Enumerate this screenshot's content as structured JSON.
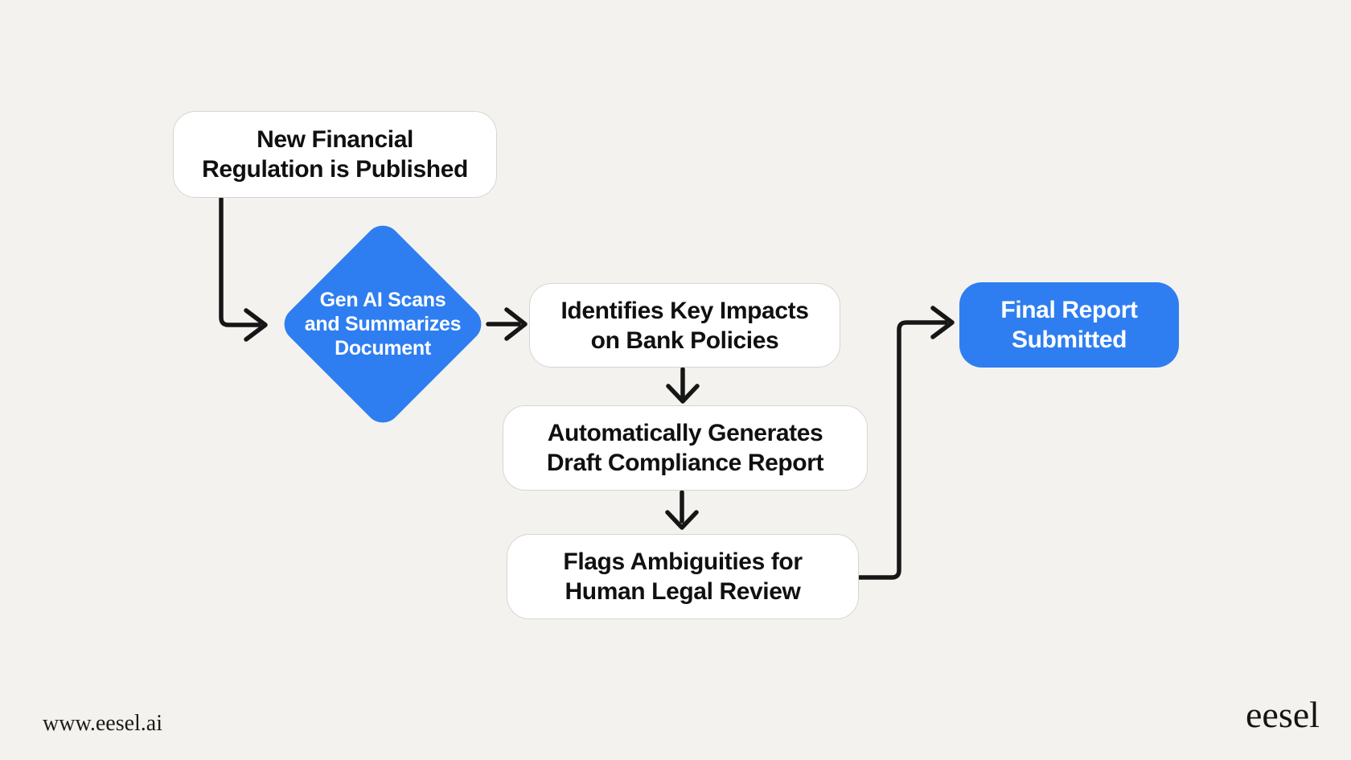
{
  "page": {
    "background_color": "#f4f2ee",
    "accent_blue": "#2e7ef1",
    "node_fill": "#ffffff",
    "node_border": "#d7d5d0",
    "connector_color": "#161616",
    "text_dark": "#101010",
    "text_light": "#ffffff"
  },
  "nodes": {
    "start": {
      "type": "process",
      "label": "New Financial\nRegulation is Published"
    },
    "scan": {
      "type": "decision",
      "label": "Gen AI Scans\nand Summarizes\nDocument"
    },
    "impacts": {
      "type": "process",
      "label": "Identifies Key Impacts\non Bank Policies"
    },
    "draft": {
      "type": "process",
      "label": "Automatically Generates\nDraft Compliance Report"
    },
    "flags": {
      "type": "process",
      "label": "Flags Ambiguities for\nHuman Legal Review"
    },
    "final": {
      "type": "terminal",
      "label": "Final Report\nSubmitted"
    }
  },
  "edges": [
    {
      "from": "start",
      "to": "scan"
    },
    {
      "from": "scan",
      "to": "impacts"
    },
    {
      "from": "impacts",
      "to": "draft"
    },
    {
      "from": "draft",
      "to": "flags"
    },
    {
      "from": "flags",
      "to": "final"
    }
  ],
  "footer": {
    "url": "www.eesel.ai",
    "brand": "eesel"
  }
}
